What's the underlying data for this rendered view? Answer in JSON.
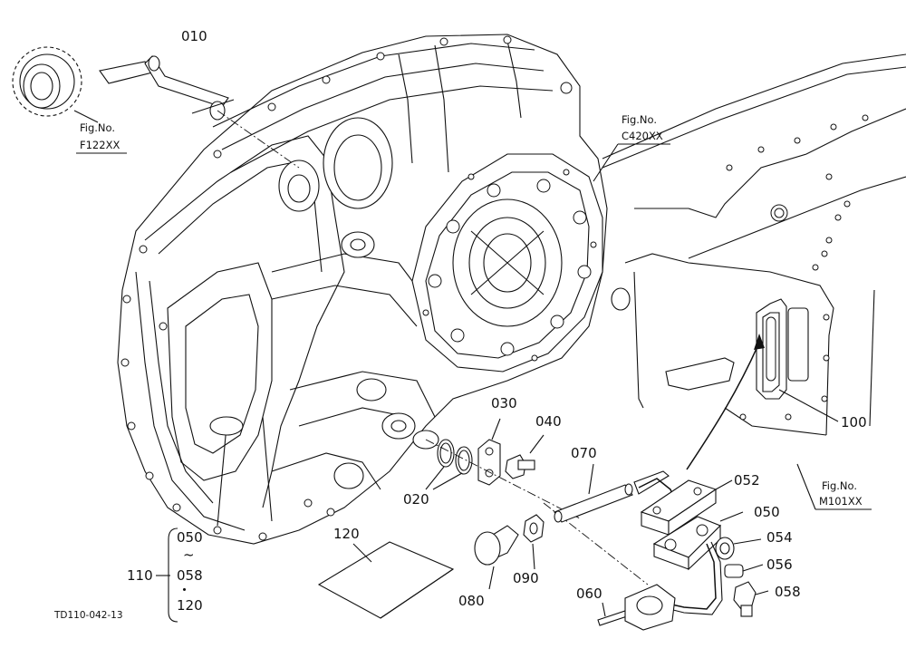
{
  "labels": {
    "p010": "010",
    "p020": "020",
    "p030": "030",
    "p040": "040",
    "p050": "050",
    "p052": "052",
    "p054": "054",
    "p056": "056",
    "p058": "058",
    "p060": "060",
    "p070": "070",
    "p080": "080",
    "p090": "090",
    "p100": "100",
    "p120": "120"
  },
  "fig_refs": {
    "f122": {
      "title": "Fig.No.",
      "code": "F122XX"
    },
    "c420": {
      "title": "Fig.No.",
      "code": "C420XX"
    },
    "m101": {
      "title": "Fig.No.",
      "code": "M101XX"
    }
  },
  "assembly_group": {
    "number": "110",
    "from": "050",
    "tilde": "~",
    "to": "058",
    "dot": "・",
    "extra": "120"
  },
  "drawing_code": "TD110-042-13"
}
